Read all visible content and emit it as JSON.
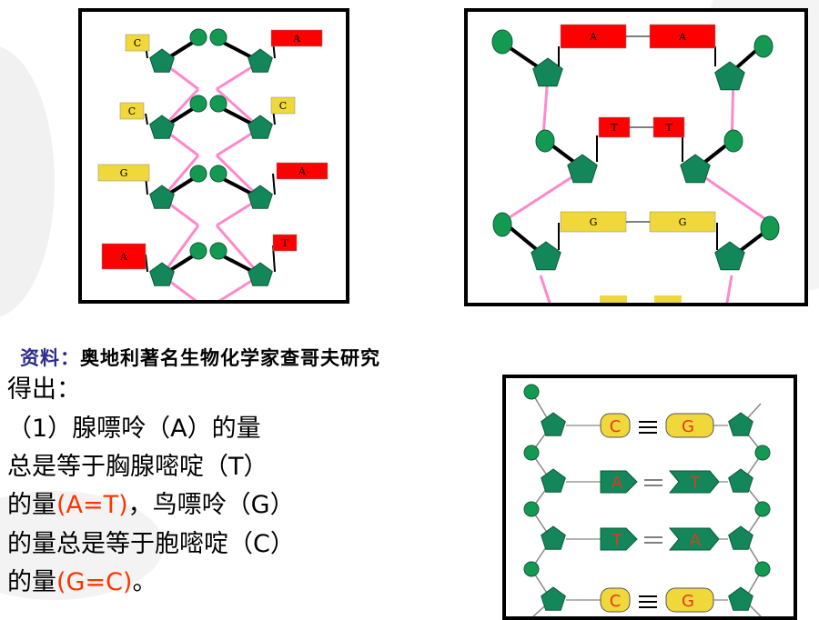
{
  "colors": {
    "A": "#ff0000",
    "T": "#ff0000",
    "C": "#f0d83a",
    "G": "#f0d83a",
    "sugar": "#13865a",
    "phosphate": "#139a50",
    "h_bond_ll": "#ff88cc",
    "highlight": "#ff3300",
    "source_label": "#2c2c8c"
  },
  "panel1": {
    "left_bases": [
      "C",
      "C",
      "G",
      "A"
    ],
    "right_bases": [
      "A",
      "C",
      "A",
      "T"
    ]
  },
  "panel2": {
    "pairs": [
      [
        "A",
        "A"
      ],
      [
        "T",
        "T"
      ],
      [
        "G",
        "G"
      ]
    ]
  },
  "panel3": {
    "pairs": [
      {
        "left": "C",
        "right": "G",
        "shape": "cyl"
      },
      {
        "left": "A",
        "right": "T",
        "shape": "arrow"
      },
      {
        "left": "T",
        "right": "A",
        "shape": "arrow"
      },
      {
        "left": "C",
        "right": "G",
        "shape": "cyl"
      }
    ]
  },
  "text": {
    "source_label": "资料：",
    "source_text": "奥地利著名生物化学家查哥夫研究",
    "line1": "得出：",
    "line2": "（1）腺嘌呤（A）的量",
    "line3": "总是等于胸腺嘧啶（T）",
    "line4_a": "的量",
    "line4_hl": "(A=T)",
    "line4_b": "，鸟嘌呤（G）",
    "line5": "的量总是等于胞嘧啶（C）",
    "line6_a": "的量",
    "line6_hl": "(G=C)",
    "line6_b": "。"
  }
}
